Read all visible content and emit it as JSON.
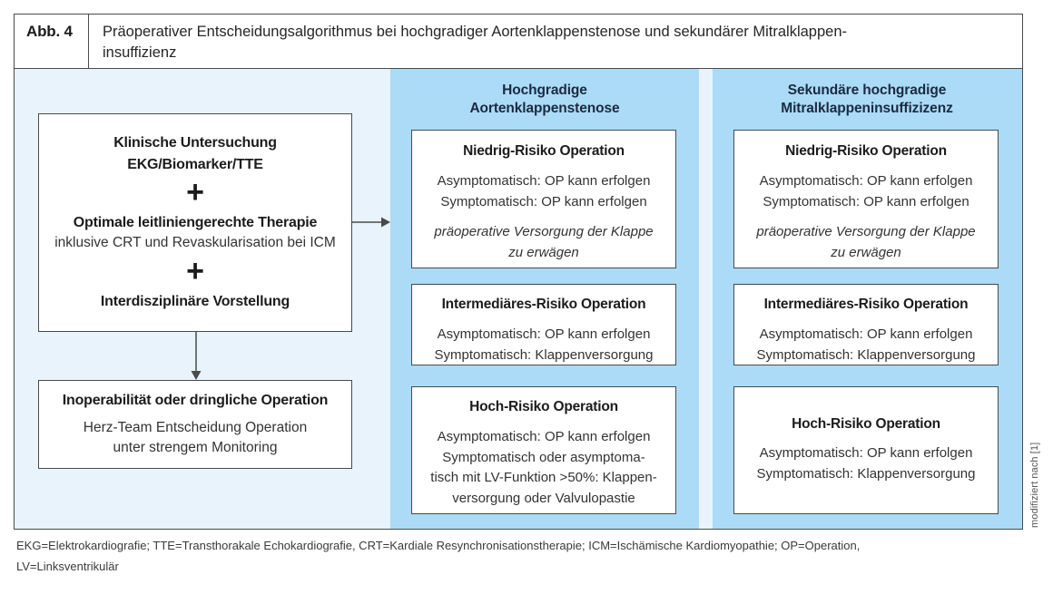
{
  "figure": {
    "label": "Abb. 4",
    "title_line1": "Präoperativer Entscheidungsalgorithmus bei hochgradiger Aortenklappenstenose und sekundärer Mitralklappen-",
    "title_line2": "insuffizienz"
  },
  "left_column": {
    "clinical_box": {
      "line1": "Klinische Untersuchung",
      "line2": "EKG/Biomarker/TTE",
      "plus": "+",
      "therapy_title": "Optimale leitliniengerechte Therapie",
      "therapy_sub": "inklusive CRT und Revaskularisation bei ICM",
      "line3": "Interdisziplinäre Vorstellung"
    },
    "decision_box": {
      "title": "Inoperabilität oder dringliche Operation",
      "body1": "Herz-Team Entscheidung Operation",
      "body2": "unter strengem Monitoring"
    }
  },
  "columns": [
    {
      "header_line1": "Hochgradige",
      "header_line2": "Aortenklappenstenose",
      "boxes": [
        {
          "title": "Niedrig-Risiko Operation",
          "lines": [
            "Asymptomatisch: OP kann erfolgen",
            "Symptomatisch: OP kann erfolgen"
          ],
          "italic_lines": [
            "präoperative Versorgung der Klappe",
            "zu erwägen"
          ]
        },
        {
          "title": "Intermediäres-Risiko Operation",
          "lines": [
            "Asymptomatisch: OP kann erfolgen",
            "Symptomatisch: Klappenversorgung"
          ]
        },
        {
          "title": "Hoch-Risiko Operation",
          "lines": [
            "Asymptomatisch: OP kann erfolgen",
            "Symptomatisch oder asymptoma-",
            "tisch mit LV-Funktion >50%: Klappen-",
            "versorgung oder Valvulopastie"
          ]
        }
      ]
    },
    {
      "header_line1": "Sekundäre hochgradige",
      "header_line2": "Mitralklappeninsuffizizenz",
      "boxes": [
        {
          "title": "Niedrig-Risiko Operation",
          "lines": [
            "Asymptomatisch: OP kann erfolgen",
            "Symptomatisch: OP kann erfolgen"
          ],
          "italic_lines": [
            "präoperative Versorgung der Klappe",
            "zu erwägen"
          ]
        },
        {
          "title": "Intermediäres-Risiko Operation",
          "lines": [
            "Asymptomatisch: OP kann erfolgen",
            "Symptomatisch: Klappenversorgung"
          ]
        },
        {
          "title": "Hoch-Risiko Operation",
          "lines": [
            "Asymptomatisch: OP kann erfolgen",
            "Symptomatisch: Klappenversorgung"
          ]
        }
      ]
    }
  ],
  "side_caption": "modifiziert nach [1]",
  "footnote": {
    "line1": "EKG=Elektrokardiografie; TTE=Transthorakale Echokardiografie, CRT=Kardiale Resynchronisationstherapie; ICM=Ischämische Kardiomyopathie; OP=Operation,",
    "line2": "LV=Linksventrikulär"
  },
  "colors": {
    "panel_blue": "#abdbf7",
    "light_blue": "#e9f3fc",
    "box_border": "#4a4a4a",
    "column_header_text": "#1b2a41"
  }
}
